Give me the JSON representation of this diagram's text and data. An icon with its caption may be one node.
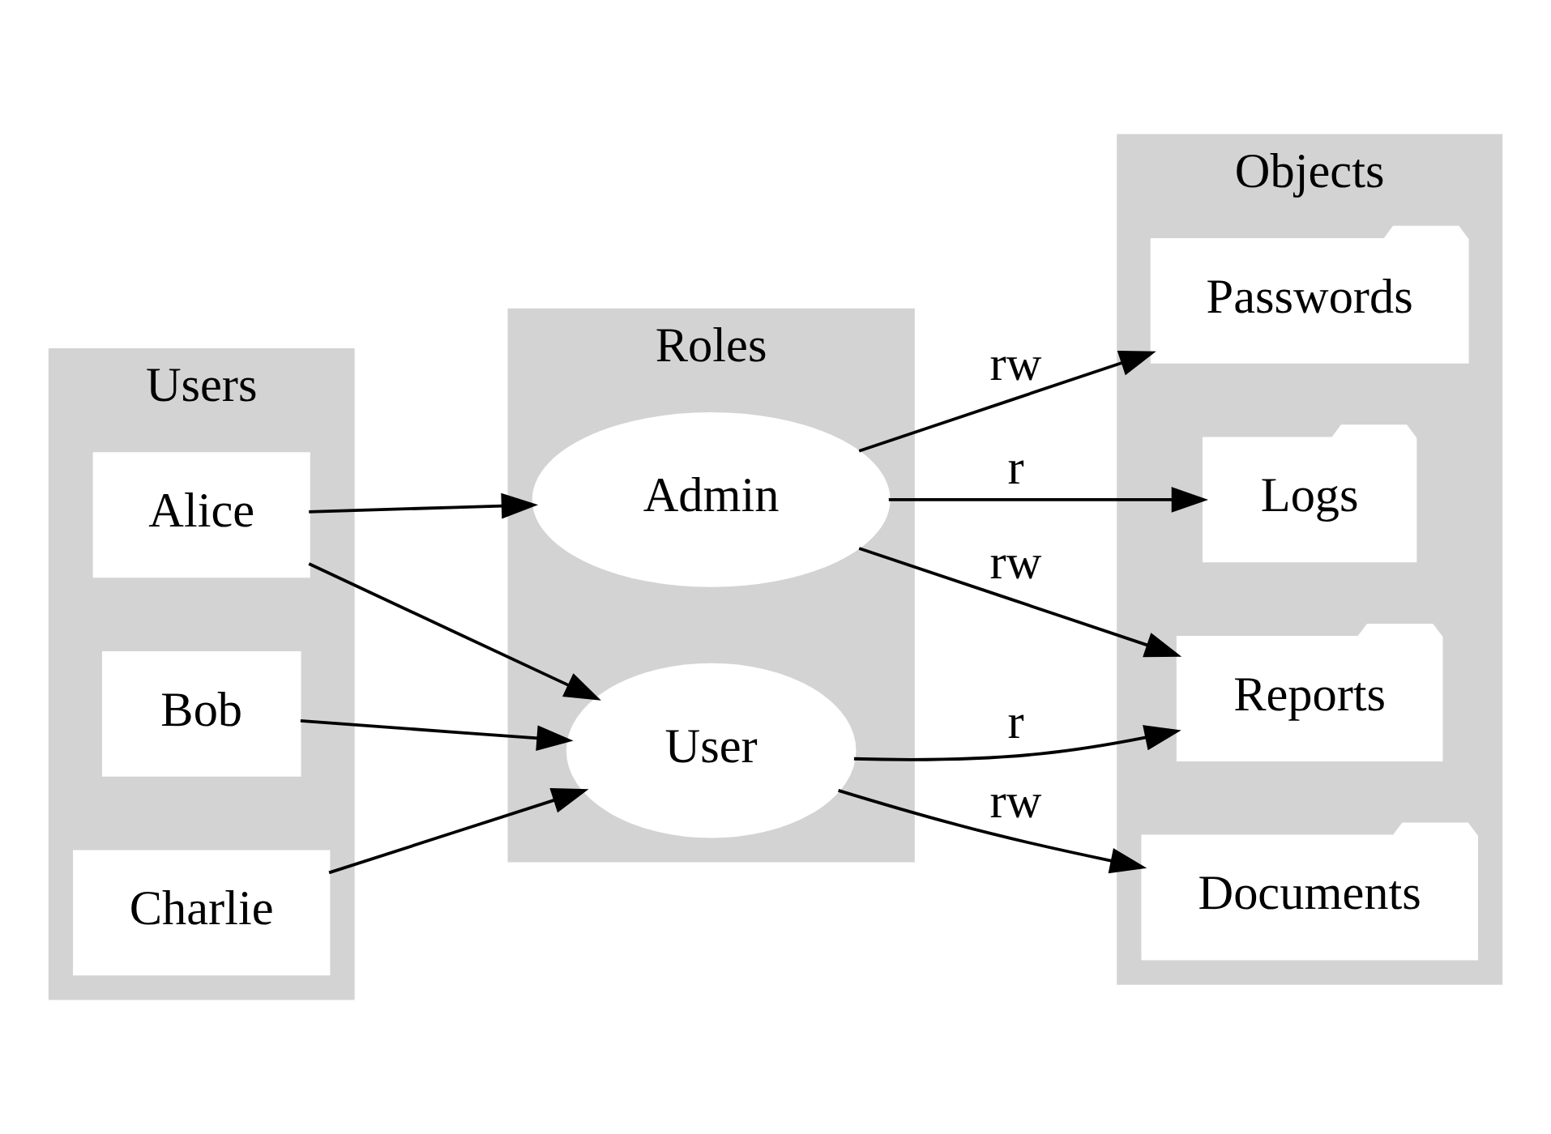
{
  "diagram": {
    "nodes": [
      {
        "text": [
          "Users"
        ]
      },
      {
        "text": [
          "Alice"
        ],
        "in": 0
      },
      {
        "text": [
          "Bob"
        ],
        "in": 0
      },
      {
        "text": [
          "Charlie"
        ],
        "in": 0
      },
      {
        "text": [
          "Roles"
        ]
      },
      {
        "text": [
          "Admin"
        ],
        "in": 4
      },
      {
        "text": [
          "User"
        ],
        "in": 4
      },
      {
        "text": [
          "Objects"
        ]
      },
      {
        "text": [
          "Passwords"
        ],
        "in": 7
      },
      {
        "text": [
          "Logs"
        ],
        "in": 7
      },
      {
        "text": [
          "Reports"
        ],
        "in": 7
      },
      {
        "text": [
          "Documents"
        ],
        "in": 7
      }
    ],
    "edges": [
      {
        "from": 1,
        "to": 5,
        "arrow": "to"
      },
      {
        "from": 1,
        "to": 6,
        "arrow": "to"
      },
      {
        "from": 2,
        "to": 6,
        "arrow": "to"
      },
      {
        "from": 3,
        "to": 6,
        "arrow": "to"
      },
      {
        "from": 5,
        "to": 8,
        "arrow": "to",
        "label": "rw"
      },
      {
        "from": 5,
        "to": 9,
        "arrow": "to",
        "label": "r"
      },
      {
        "from": 5,
        "to": 10,
        "arrow": "to",
        "label": "rw"
      },
      {
        "from": 6,
        "to": 10,
        "arrow": "to",
        "label": "r"
      },
      {
        "from": 6,
        "to": 11,
        "arrow": "to",
        "label": "rw"
      }
    ]
  }
}
